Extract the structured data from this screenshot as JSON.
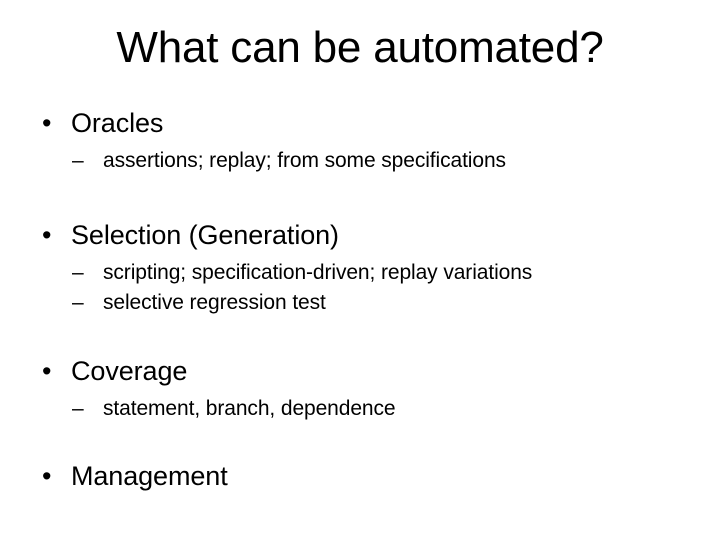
{
  "slide": {
    "title": "What can be automated?",
    "background_color": "#ffffff",
    "text_color": "#000000",
    "bullet_glyph": "•",
    "dash_glyph": "–",
    "groups": [
      {
        "heading": "Oracles",
        "subpoints": [
          "assertions; replay; from some specifications"
        ]
      },
      {
        "heading": "Selection (Generation)",
        "subpoints": [
          "scripting; specification-driven; replay variations",
          "selective regression test"
        ]
      },
      {
        "heading": "Coverage",
        "subpoints": [
          "statement, branch, dependence"
        ]
      },
      {
        "heading": "Management",
        "subpoints": []
      }
    ]
  }
}
